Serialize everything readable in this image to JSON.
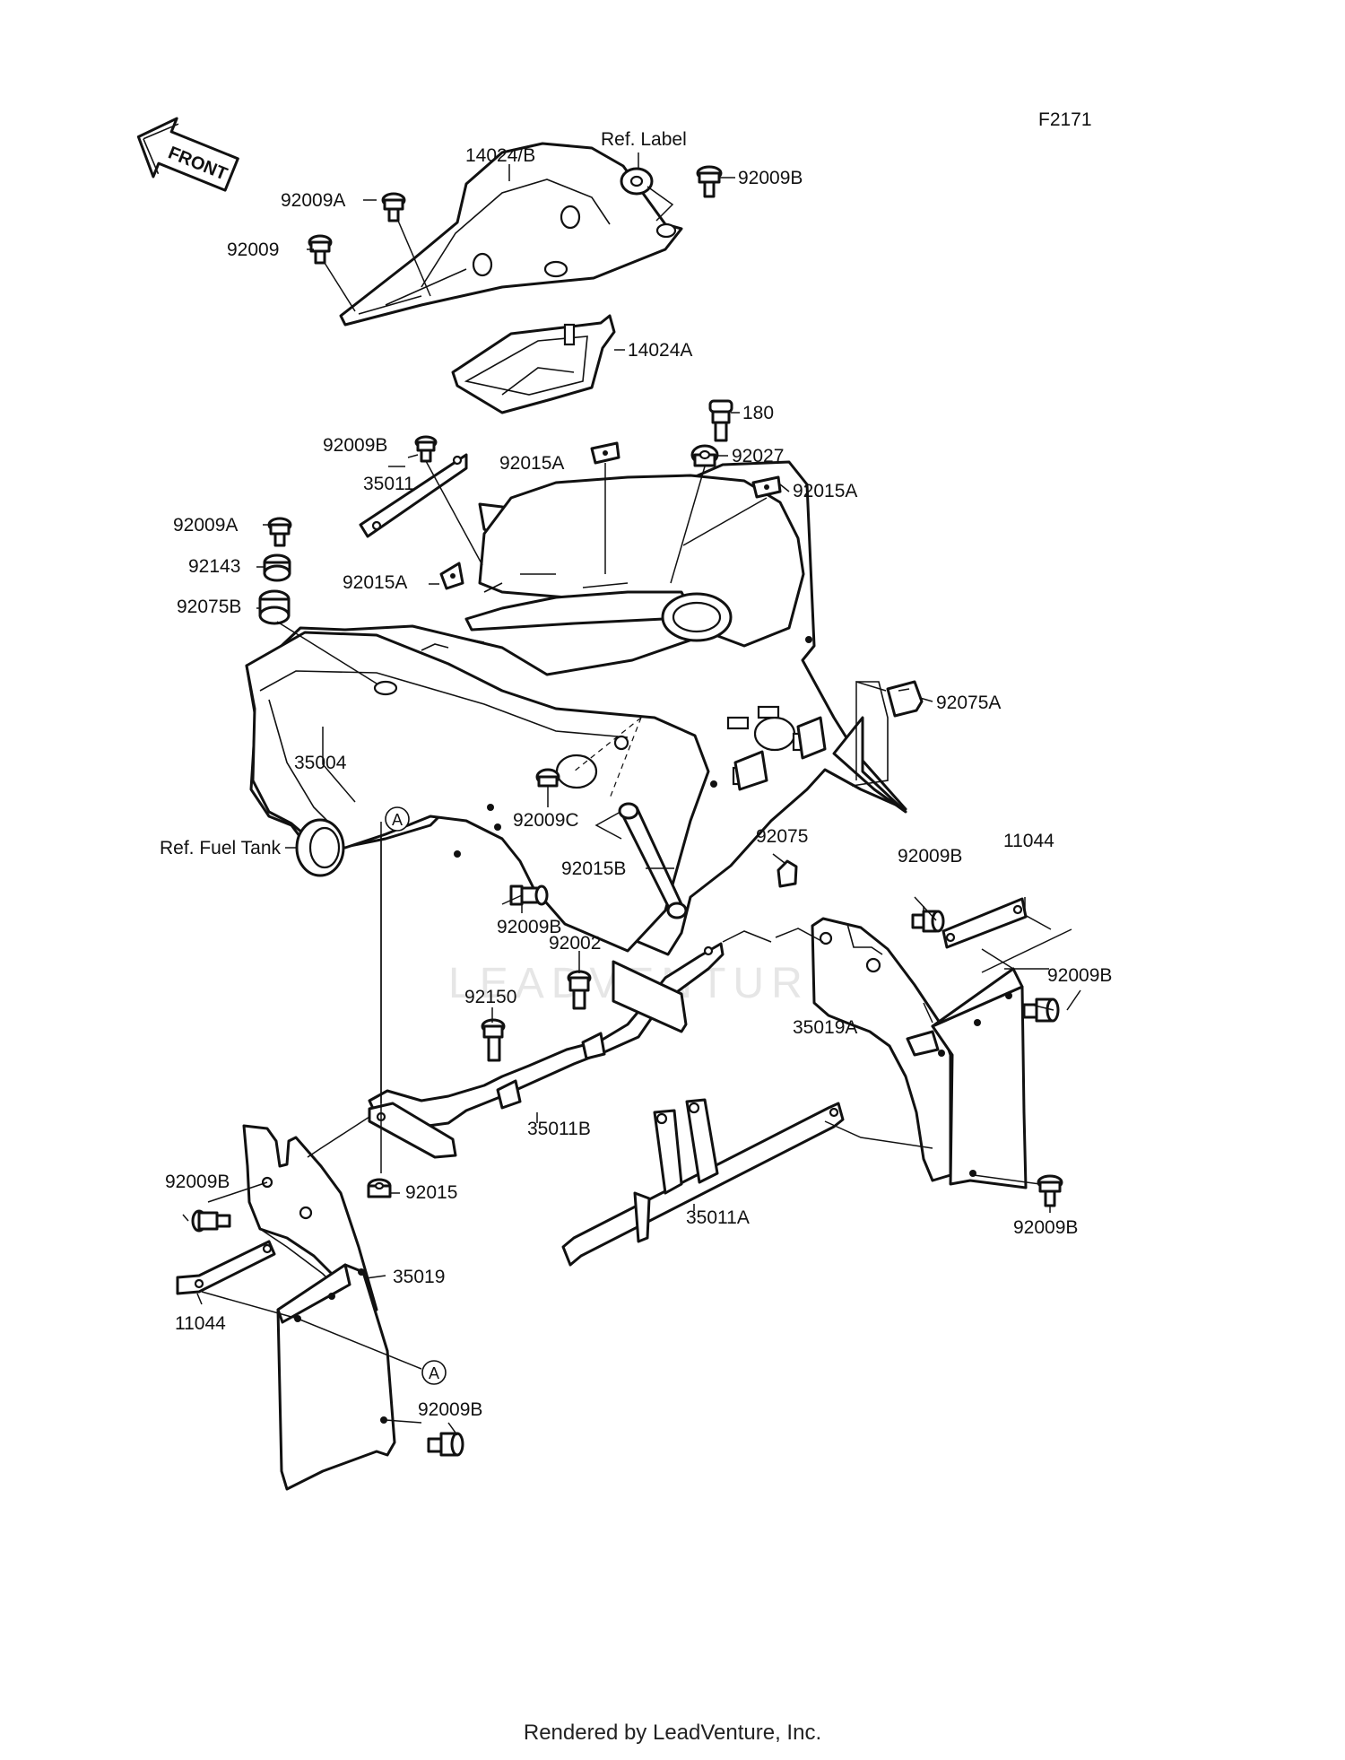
{
  "diagram_code": "F2171",
  "front_arrow": "FRONT",
  "watermark": "LEADVENTURE",
  "footer": "Rendered by LeadVenture, Inc.",
  "callout_marker": "A",
  "labels": {
    "p14024B": "14024/B",
    "refLabel": "Ref. Label",
    "p92009B_top": "92009B",
    "p92009A_top": "92009A",
    "p92009": "92009",
    "p14024A": "14024A",
    "p180": "180",
    "p92009B_mid": "92009B",
    "p92015A_mid": "92015A",
    "p92027": "92027",
    "p35011": "35011",
    "p92015A_right": "92015A",
    "p92009A_left": "92009A",
    "p92143": "92143",
    "p92015A_left": "92015A",
    "p92075B": "92075B",
    "p92075A": "92075A",
    "p35004": "35004",
    "p92009C": "92009C",
    "refFuelTank": "Ref. Fuel Tank",
    "p92075": "92075",
    "p92015B": "92015B",
    "p92009B_fender": "92009B",
    "p92009B_right": "92009B",
    "p11044_right": "11044",
    "p92002": "92002",
    "p92150": "92150",
    "p92009B_r2": "92009B",
    "p35019A": "35019A",
    "p35011B": "35011B",
    "p92009B_left": "92009B",
    "p92015": "92015",
    "p35011A": "35011A",
    "p92009B_br": "92009B",
    "p35019": "35019",
    "p11044_left": "11044",
    "p92009B_bottom": "92009B"
  }
}
